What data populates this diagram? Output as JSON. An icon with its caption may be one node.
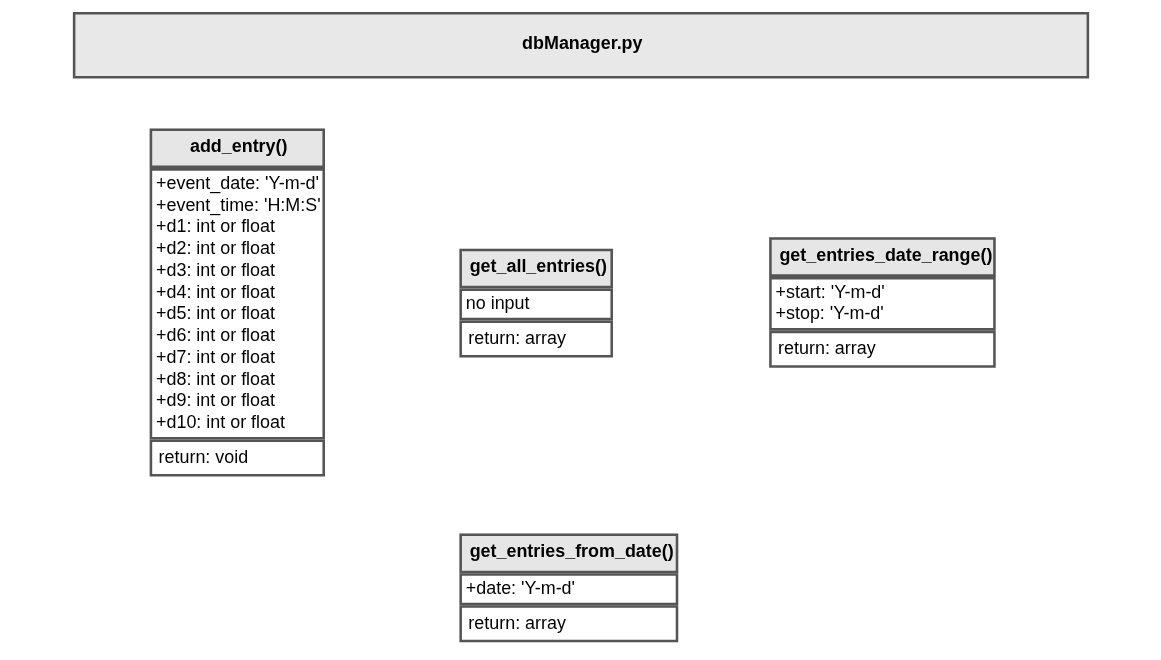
{
  "diagram": {
    "nodes": [
      {
        "text": [
          "dbManager.py"
        ]
      },
      {
        "text": [
          "add_entry()",
          "+event_date: 'Y-m-d'",
          "+event_time: 'H:M:S'",
          "+d1: int or float",
          "+d2: int or float",
          "+d3: int or float",
          "+d4: int or float",
          "+d5: int or float",
          "+d6: int or float",
          "+d7: int or float",
          "+d8: int or float",
          "+d9: int or float",
          "+d10: int or float",
          "return: void"
        ]
      },
      {
        "text": [
          "get_all_entries()",
          "no input",
          "return: array"
        ]
      },
      {
        "text": [
          "get_entries_from_date()",
          "+date: 'Y-m-d'",
          "return: array"
        ]
      },
      {
        "text": [
          "get_entries_date_range()",
          "+start: 'Y-m-d'",
          "+stop: 'Y-m-d'",
          "return: array"
        ]
      }
    ],
    "edges": []
  }
}
